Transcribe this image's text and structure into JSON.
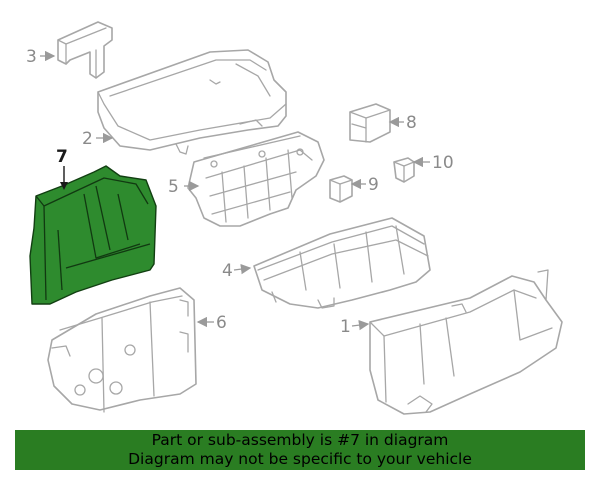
{
  "diagram": {
    "highlighted_part": "7",
    "highlight_color": "#2e8b2e",
    "callouts": [
      {
        "id": "c1",
        "number": "1"
      },
      {
        "id": "c2",
        "number": "2"
      },
      {
        "id": "c3",
        "number": "3"
      },
      {
        "id": "c4",
        "number": "4"
      },
      {
        "id": "c5",
        "number": "5"
      },
      {
        "id": "c6",
        "number": "6"
      },
      {
        "id": "c7",
        "number": "7"
      },
      {
        "id": "c8",
        "number": "8"
      },
      {
        "id": "c9",
        "number": "9"
      },
      {
        "id": "c10",
        "number": "10"
      }
    ]
  },
  "footer": {
    "line1": "Part or sub-assembly is #7 in diagram",
    "line2": "Diagram may not be specific to your vehicle",
    "background": "#2a7d22"
  }
}
